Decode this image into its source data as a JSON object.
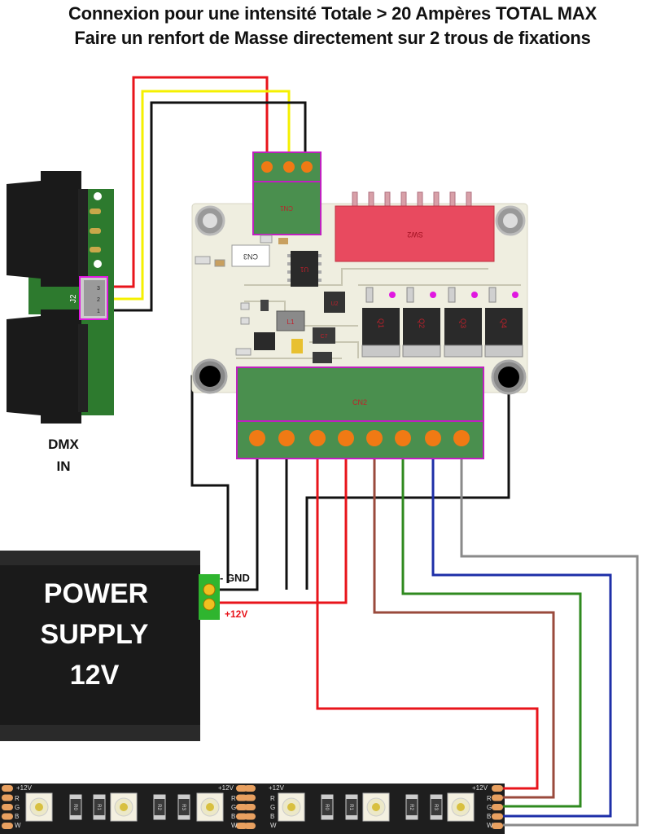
{
  "header": {
    "line1": "Connexion pour une intensité Totale > 20 Ampères TOTAL MAX",
    "line2": "Faire un renfort de Masse directement sur 2 trous de fixations"
  },
  "dmx": {
    "label_line1": "DMX",
    "label_line2": "IN",
    "connector_label": "J2",
    "pins": [
      "3",
      "2",
      "1"
    ]
  },
  "board": {
    "cn1": "CN1",
    "cn2": "CN2",
    "cn3": "CN3",
    "sw2": "SW2",
    "u1": "U1",
    "u2": "U2",
    "l1": "L1",
    "c7": "C7",
    "mosfets": [
      "Q1",
      "Q2",
      "Q3",
      "Q4"
    ]
  },
  "power_supply": {
    "line1": "POWER",
    "line2": "SUPPLY",
    "line3": "12V",
    "gnd_label": "- GND",
    "v12_label": "+12V"
  },
  "led_strip": {
    "voltage_label": "+12V",
    "pad_labels": [
      "R",
      "G",
      "B",
      "W"
    ],
    "resistors": [
      "R0",
      "R1",
      "R2",
      "R3"
    ]
  },
  "colors": {
    "wire_red": "#e8141b",
    "wire_yellow": "#f5f000",
    "wire_black": "#111111",
    "wire_brown": "#9a4a3c",
    "wire_green": "#2f8a1f",
    "wire_blue": "#1e2fa8",
    "wire_gray": "#8a8a8a",
    "terminal_green": "#4a8f4e",
    "terminal_pin": "#f07a14",
    "dip_switch": "#e84a5f",
    "pcb": "#efeee0"
  }
}
